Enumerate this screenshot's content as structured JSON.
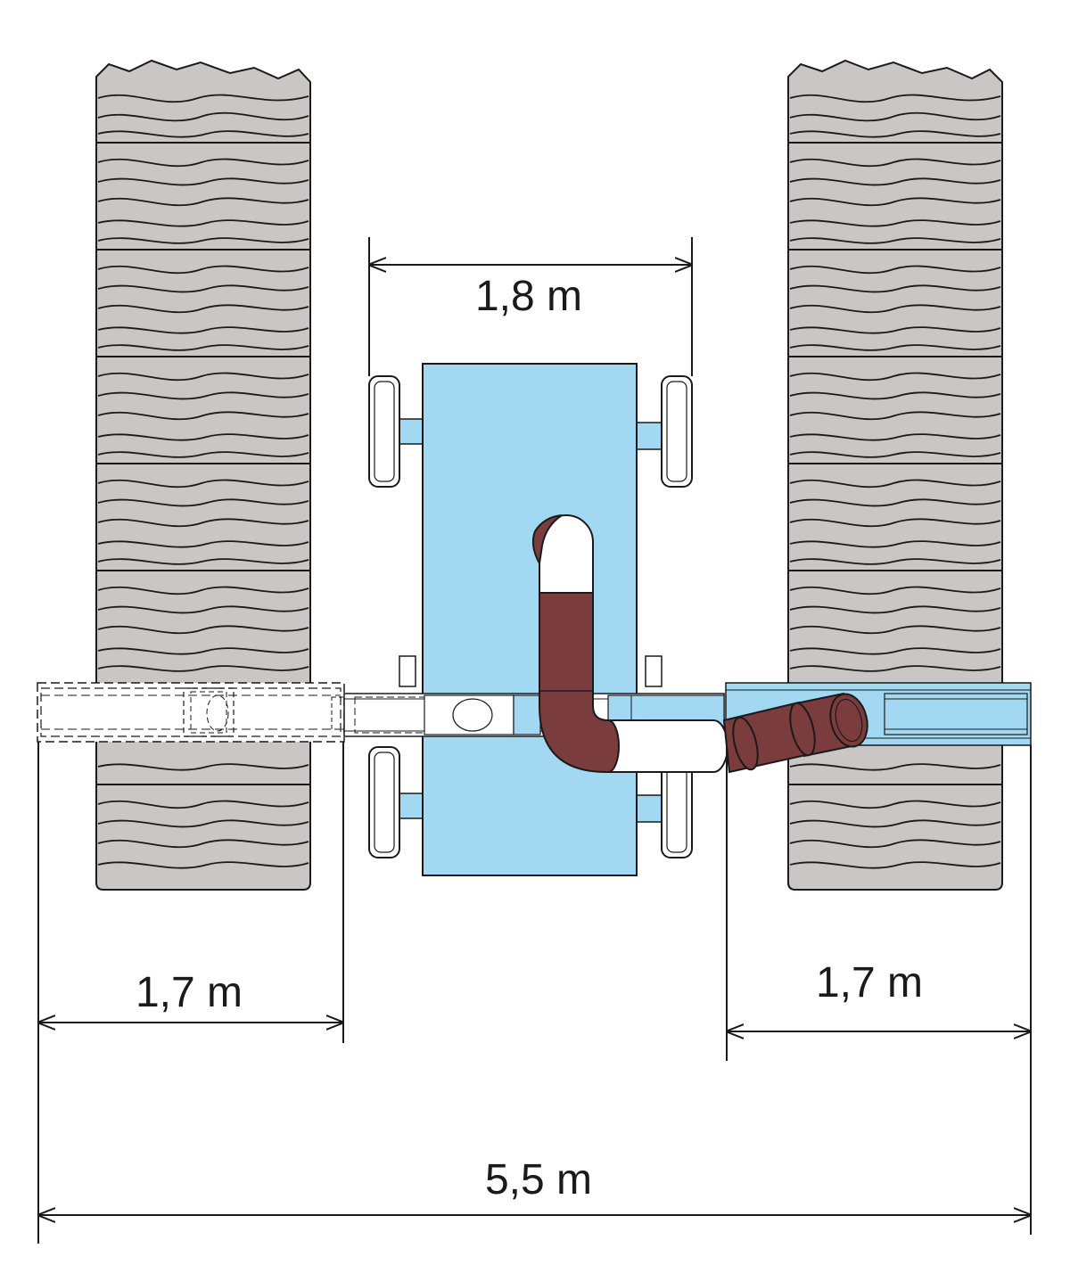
{
  "dimensions": {
    "tractor_track": "1,8 m",
    "left_boom": "1,7 m",
    "right_boom": "1,7 m",
    "total_width": "5,5 m"
  },
  "colors": {
    "tractor_body": "#a3d8f2",
    "crop_row": "#c9c6c5",
    "hose": "#7b3c3e",
    "outline": "#1a1a1a",
    "background": "#ffffff"
  }
}
